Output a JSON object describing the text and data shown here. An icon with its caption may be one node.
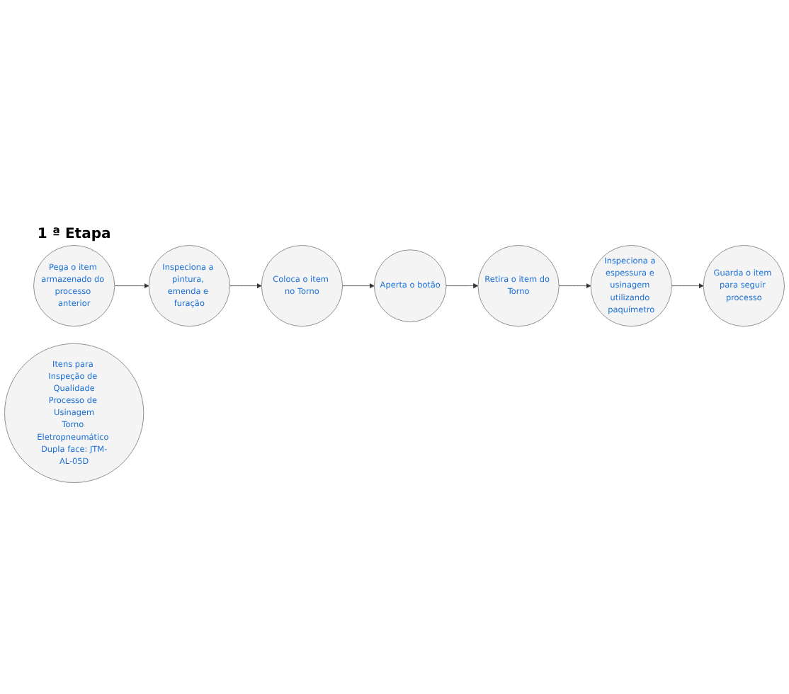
{
  "diagram": {
    "nodes": [
      {
        "text": [
          "Pega o item armazenado do processo anterior"
        ],
        "beside": [
          "1 ª Etapa"
        ]
      },
      {
        "text": [
          "Inspeciona a pintura, emenda e furação"
        ]
      },
      {
        "text": [
          "Coloca o item no Torno"
        ]
      },
      {
        "text": [
          "Aperta o botão"
        ]
      },
      {
        "text": [
          "Retira o item do Torno"
        ]
      },
      {
        "text": [
          "Inspeciona a espessura e usinagem utilizando paquímetro"
        ]
      },
      {
        "text": [
          "Guarda o item para seguir processo"
        ]
      },
      {
        "text": [
          "Itens para Inspeção de Qualidade",
          "Processo de Usinagem",
          "Torno Eletropneumático Dupla face: JTM-AL-05D"
        ]
      }
    ],
    "edges": [
      {
        "from": 0,
        "to": 1,
        "arrow": "to"
      },
      {
        "from": 1,
        "to": 2,
        "arrow": "to"
      },
      {
        "from": 2,
        "to": 3,
        "arrow": "to"
      },
      {
        "from": 3,
        "to": 4,
        "arrow": "to"
      },
      {
        "from": 4,
        "to": 5,
        "arrow": "to"
      },
      {
        "from": 5,
        "to": 6,
        "arrow": "to"
      }
    ]
  }
}
